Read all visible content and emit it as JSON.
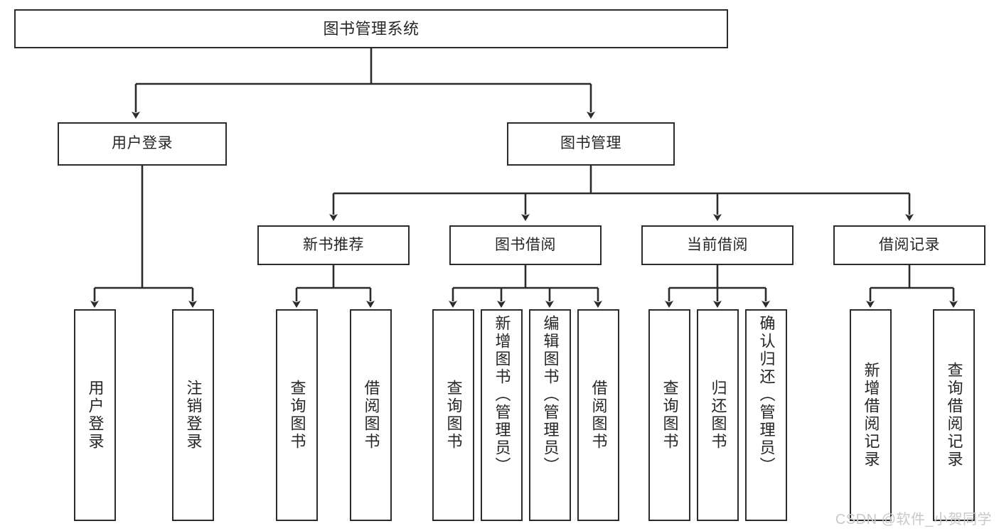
{
  "diagram": {
    "title_text": "图书管理系统",
    "type": "tree-hierarchy",
    "colors": {
      "box_border": "#2b2b2b",
      "box_fill": "#ffffff",
      "connector": "#2b2b2b",
      "text": "#262626",
      "watermark": "#c9c9c9",
      "background": "#ffffff"
    },
    "root": {
      "id": "root",
      "label": "图书管理系统"
    },
    "level1": [
      {
        "id": "user-login",
        "label": "用户登录"
      },
      {
        "id": "book-manage",
        "label": "图书管理"
      }
    ],
    "level2": [
      {
        "id": "new-book-rec",
        "label": "新书推荐"
      },
      {
        "id": "book-borrow",
        "label": "图书借阅"
      },
      {
        "id": "current-borrow",
        "label": "当前借阅"
      },
      {
        "id": "borrow-record",
        "label": "借阅记录"
      }
    ],
    "leaves": {
      "user_login": [
        {
          "id": "leaf-user-login",
          "label": "用户登录"
        },
        {
          "id": "leaf-logout-login",
          "label": "注销登录"
        }
      ],
      "new_book_rec": [
        {
          "id": "leaf-query-book-1",
          "label": "查询图书"
        },
        {
          "id": "leaf-borrow-book-1",
          "label": "借阅图书"
        }
      ],
      "book_borrow": [
        {
          "id": "leaf-query-book-2",
          "label": "查询图书"
        },
        {
          "id": "leaf-add-book",
          "label": "新增图书（管理员）"
        },
        {
          "id": "leaf-edit-book",
          "label": "编辑图书（管理员）"
        },
        {
          "id": "leaf-borrow-book-2",
          "label": "借阅图书"
        }
      ],
      "current_borrow": [
        {
          "id": "leaf-query-book-3",
          "label": "查询图书"
        },
        {
          "id": "leaf-return-book",
          "label": "归还图书"
        },
        {
          "id": "leaf-confirm-return",
          "label": "确认归还（管理员）"
        }
      ],
      "borrow_record": [
        {
          "id": "leaf-add-record",
          "label": "新增借阅记录"
        },
        {
          "id": "leaf-query-record",
          "label": "查询借阅记录"
        }
      ]
    }
  },
  "watermark": {
    "text": "CSDN @软件_小贺同学"
  }
}
